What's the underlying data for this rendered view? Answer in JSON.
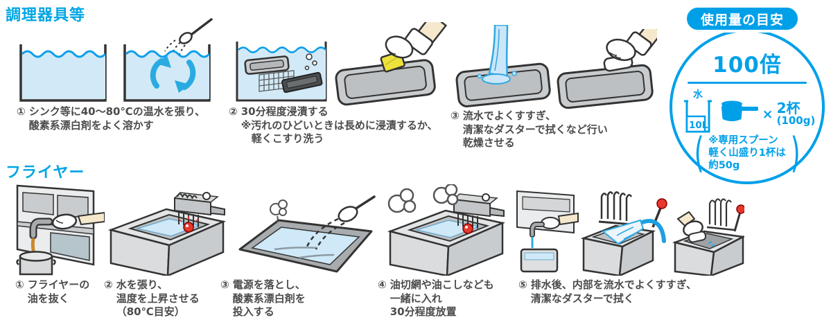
{
  "colors": {
    "accent_cyan": "#00A6E4",
    "guide_blue": "#00A0E9",
    "caption_text": "#4B4B4B",
    "water_fill": "#D2E9F7",
    "wave_blue": "#0D9FE8",
    "arrow_cyan": "#29ABE2",
    "sponge_yellow": "#EDE23B",
    "oil_orange": "#C9892B",
    "indicator_red": "#E8382D"
  },
  "sections": {
    "utensils": {
      "title": "調理器具等",
      "steps": [
        {
          "num": "①",
          "lines": [
            "シンク等に40～80℃の温水を張り、",
            "酸素系漂白剤をよく溶かす"
          ]
        },
        {
          "num": "②",
          "lines": [
            "30分程度浸漬する",
            "※汚れのひどいときは長めに浸漬するか、",
            "　軽くこすり洗う"
          ]
        },
        {
          "num": "③",
          "lines": [
            "流水でよくすすぎ、",
            "清潔なダスターで拭くなど行い",
            "乾燥させる"
          ]
        }
      ]
    },
    "fryer": {
      "title": "フライヤー",
      "steps": [
        {
          "num": "①",
          "lines": [
            "フライヤーの",
            "油を抜く"
          ]
        },
        {
          "num": "②",
          "lines": [
            "水を張り、",
            "温度を上昇させる",
            "（80℃目安）"
          ]
        },
        {
          "num": "③",
          "lines": [
            "電源を落とし、",
            "酸素系漂白剤を",
            "投入する"
          ]
        },
        {
          "num": "④",
          "lines": [
            "油切網や油こしなども",
            "一緒に入れ",
            "30分程度放置"
          ]
        },
        {
          "num": "⑤",
          "lines": [
            "排水後、内部を流水でよくすすぎ、",
            "清潔なダスターで拭く"
          ]
        }
      ]
    }
  },
  "usage_guide": {
    "badge": "使用量の目安",
    "ratio": "100倍",
    "water_label": "水",
    "water_volume": "10L",
    "multiply_sign": "×",
    "cups": "2杯",
    "cups_weight": "(100g)",
    "paren_open": "(",
    "paren_close": ")",
    "note_lines": [
      "※専用スプーン",
      "軽く山盛り1杯は",
      "約50g"
    ]
  }
}
